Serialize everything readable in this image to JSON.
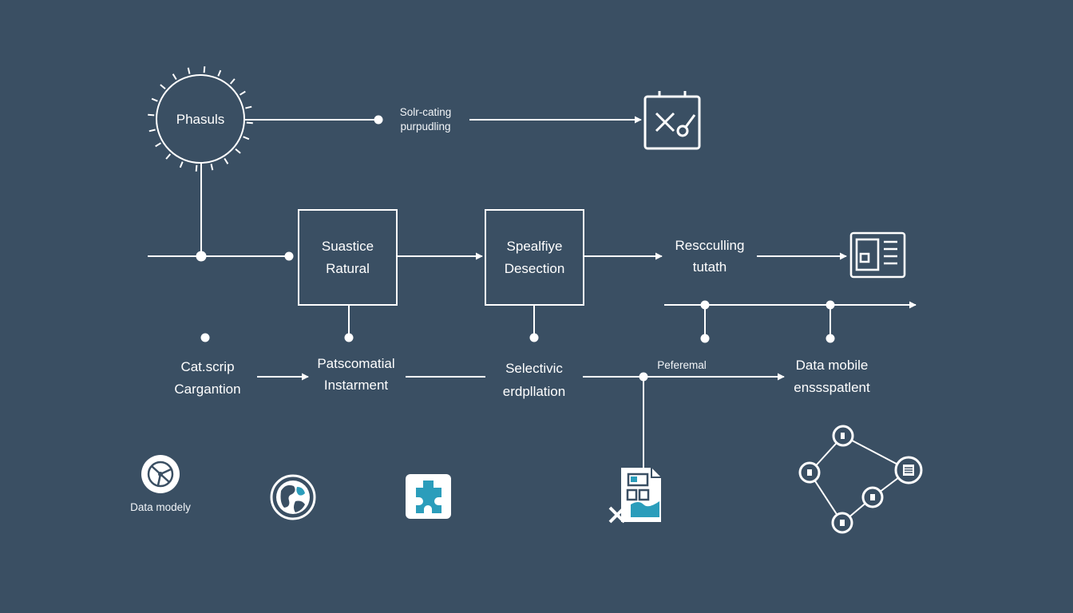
{
  "colors": {
    "background": "#3a4f63",
    "line": "#ffffff",
    "accent": "#2b9dbb"
  },
  "nodes": {
    "phasuls": "Phasuls",
    "top_note": [
      "Solr-cating",
      "purpudling"
    ],
    "box1": [
      "Suastice",
      "Ratural"
    ],
    "box2": [
      "Spealfiye",
      "Desection"
    ],
    "resculling": [
      "Rescculling",
      "tutath"
    ],
    "catscrip": [
      "Cat.scrip",
      "Cargantion"
    ],
    "patscomatial": [
      "Patscomatial",
      "Instarment"
    ],
    "selectivic": [
      "Selectivic",
      "erdpllation"
    ],
    "peferemal": "Peferemal",
    "data_mobile": [
      "Data mobile",
      "enssspatlent"
    ],
    "data_modely": "Data modely"
  },
  "icons": [
    "tools-box-icon",
    "document-panel-icon",
    "data-wheel-icon",
    "globe-icon",
    "puzzle-icon",
    "spreadsheet-document-icon",
    "network-graph-icon"
  ]
}
